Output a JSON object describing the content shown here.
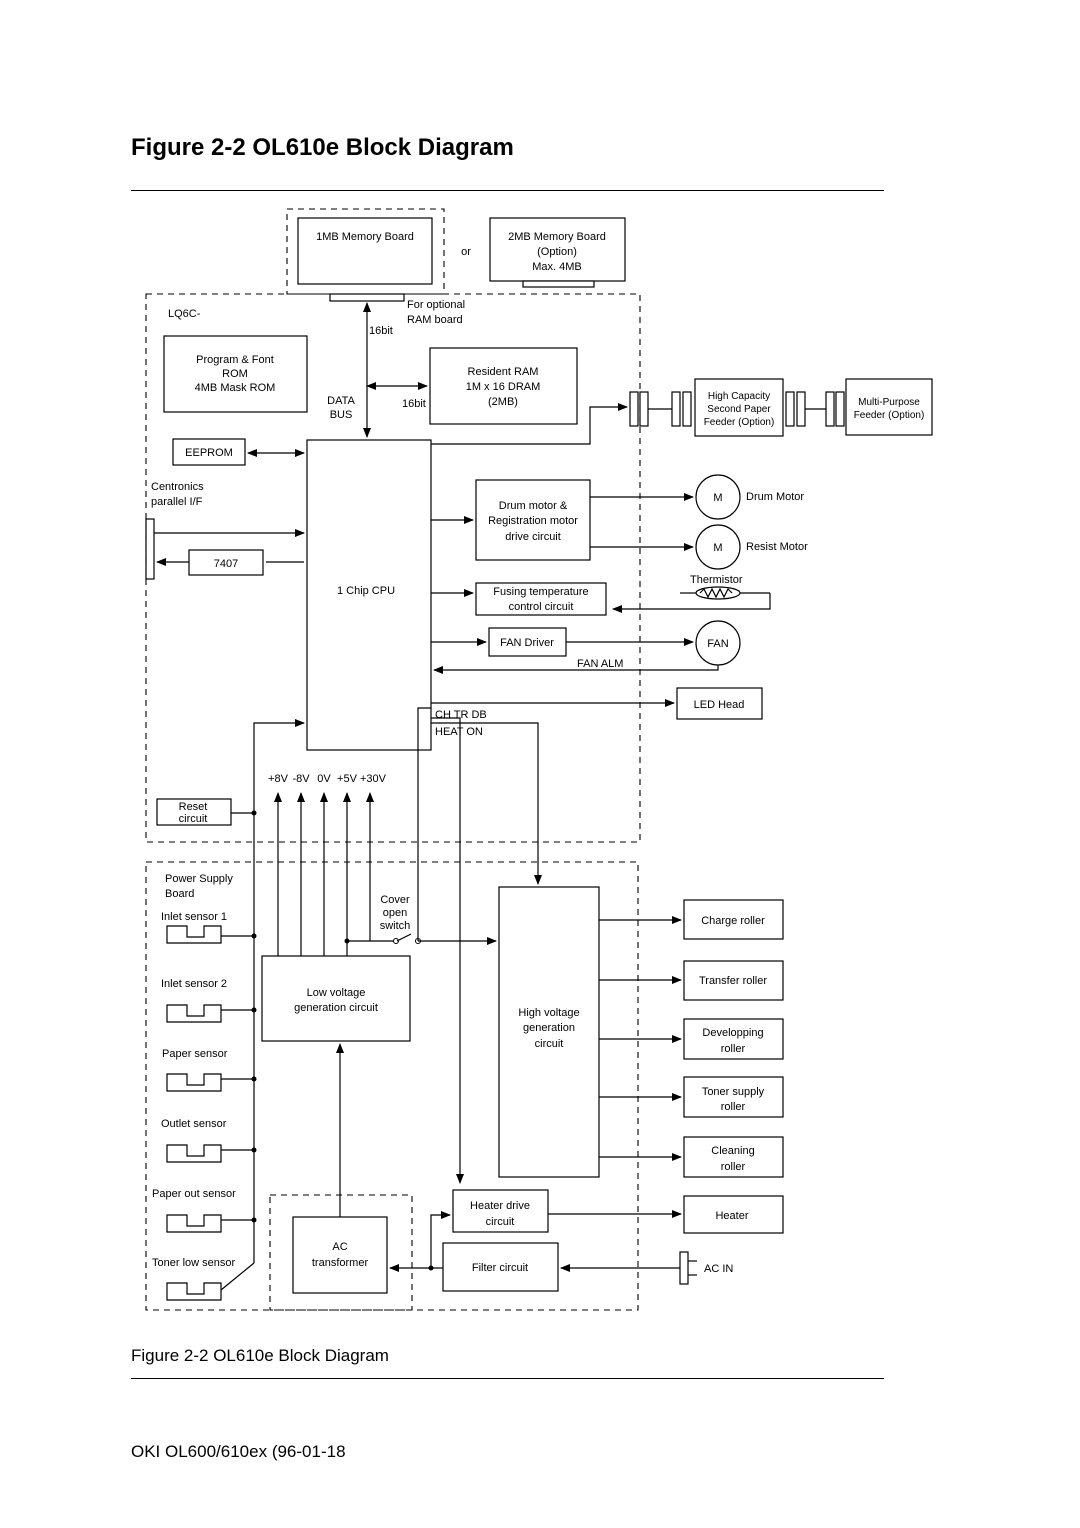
{
  "page": {
    "title": "Figure 2-2 OL610e Block Diagram",
    "caption": "Figure 2-2 OL610e Block Diagram",
    "footer": "OKI OL600/610ex (96-01-18"
  },
  "diagram": {
    "mem1": "1MB Memory Board",
    "or": "or",
    "mem2": [
      "2MB Memory Board",
      "(Option)",
      "Max. 4MB"
    ],
    "optional_ram": [
      "For optional",
      "RAM board"
    ],
    "lq6c": "LQ6C-",
    "bit16_top": "16bit",
    "rom": [
      "Program & Font",
      "ROM",
      "4MB Mask ROM"
    ],
    "data_bus": [
      "DATA",
      "BUS"
    ],
    "bit16_mid": "16bit",
    "ram": [
      "Resident RAM",
      "1M x 16 DRAM",
      "(2MB)"
    ],
    "hcf": [
      "High Capacity",
      "Second Paper",
      "Feeder (Option)"
    ],
    "mpf": [
      "Multi-Purpose",
      "Feeder (Option)"
    ],
    "eeprom": "EEPROM",
    "centronics": [
      "Centronics",
      "parallel I/F"
    ],
    "ic7407": "7407",
    "cpu": "1 Chip CPU",
    "drum_drive": [
      "Drum motor &",
      "Registration motor",
      "drive circuit"
    ],
    "motor_m": "M",
    "drum_motor": "Drum Motor",
    "resist_motor": "Resist Motor",
    "thermistor": "Thermistor",
    "fusing": [
      "Fusing temperature",
      "control circuit"
    ],
    "fan_driver": "FAN Driver",
    "fan": "FAN",
    "fan_alm": "FAN ALM",
    "led_head": "LED Head",
    "ch_tr_db": "CH TR DB",
    "heat_on": "HEAT ON",
    "voltages": [
      "+8V",
      "-8V",
      "0V",
      "+5V",
      "+30V"
    ],
    "reset": [
      "Reset",
      "circuit"
    ],
    "psu": [
      "Power Supply",
      "Board"
    ],
    "sensors": [
      "Inlet sensor 1",
      "Inlet sensor 2",
      "Paper sensor",
      "Outlet sensor",
      "Paper out sensor",
      "Toner low sensor"
    ],
    "cover": [
      "Cover",
      "open",
      "switch"
    ],
    "low_v": [
      "Low voltage",
      "generation circuit"
    ],
    "high_v": [
      "High voltage",
      "generation",
      "circuit"
    ],
    "rollers": [
      [
        "Charge roller"
      ],
      [
        "Transfer roller"
      ],
      [
        "Developping",
        "roller"
      ],
      [
        "Toner supply",
        "roller"
      ],
      [
        "Cleaning",
        "roller"
      ],
      [
        "Heater"
      ]
    ],
    "heater_drive": [
      "Heater drive",
      "circuit"
    ],
    "ac_trans": [
      "AC",
      "transformer"
    ],
    "filter": "Filter circuit",
    "ac_in": "AC IN"
  }
}
